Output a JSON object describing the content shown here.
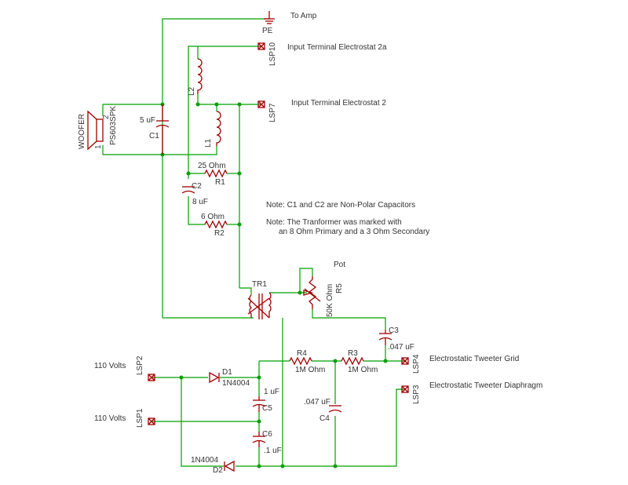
{
  "labels": {
    "to_amp": "To Amp",
    "pe": "PE",
    "lsp10": "LSP10",
    "term_2a": "Input Terminal Electrostat 2a",
    "lsp7": "LSP7",
    "term_2": "Input Terminal Electrostat 2",
    "woofer": "WOOFER",
    "ps603spk": "PS603SPK",
    "pin2": "2",
    "pin1": "1",
    "c1_val": "5 uF",
    "c1": "C1",
    "l2": "L2",
    "l1": "L1",
    "r1_val": "25 Ohm",
    "r1": "R1",
    "c2": "C2",
    "c2_val": "8 uF",
    "r2_val": "6 Ohm",
    "r2": "R2",
    "note1": "Note: C1 and C2 are Non-Polar Capacitors",
    "note2a": "Note: The Tranformer was marked with",
    "note2b": "an 8 Ohm Primary and a 3 Ohm Secondary",
    "pot": "Pot",
    "tr1": "TR1",
    "r5": "R5",
    "r5_val": "50K Ohm",
    "c3": "C3",
    "c3_val": ".047 uF",
    "r4": "R4",
    "r4_val": "1M Ohm",
    "r3": "R3",
    "r3_val": "1M Ohm",
    "lsp4": "LSP4",
    "tw_grid": "Electrostatic Tweeter Grid",
    "lsp3": "LSP3",
    "tw_diaph": "Electrostatic Tweeter Diaphragm",
    "v110_top": "110 Volts",
    "lsp2": "LSP2",
    "d1": "D1",
    "d1_val": "1N4004",
    "c5_val": "1 uF",
    "c5": "C5",
    "c4_val": ".047 uF",
    "c4": "C4",
    "v110_bot": "110 Volts",
    "lsp1": "LSP1",
    "c6": "C6",
    "c6_val": ".1 uF",
    "d2_val": "1N4004",
    "d2": "D2"
  },
  "colors": {
    "wire": "#00a000",
    "part": "#a00000",
    "text": "#333333"
  }
}
